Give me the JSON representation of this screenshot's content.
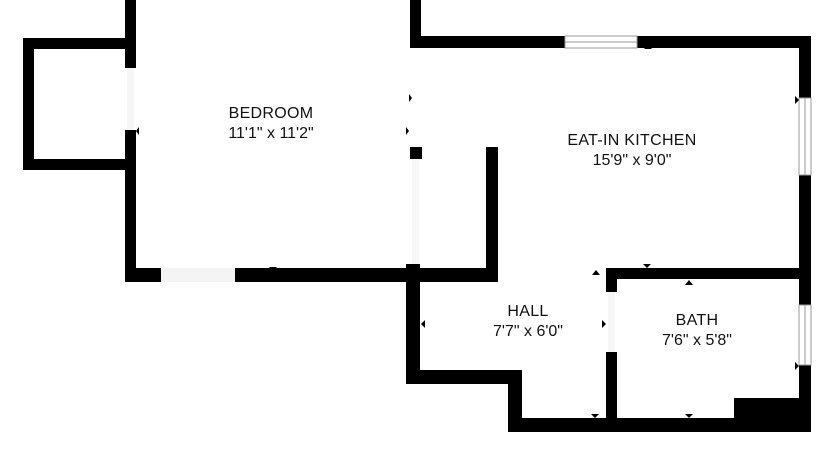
{
  "plan": {
    "wall_color": "#000000",
    "background": "#ffffff",
    "opening_color": "#f4f4f4",
    "rooms": [
      {
        "id": "bedroom",
        "name": "BEDROOM",
        "dimensions": "11'1\" x 11'2\""
      },
      {
        "id": "kitchen",
        "name": "EAT-IN KITCHEN",
        "dimensions": "15'9\" x 9'0\""
      },
      {
        "id": "hall",
        "name": "HALL",
        "dimensions": "7'7\" x 6'0\""
      },
      {
        "id": "bath",
        "name": "BATH",
        "dimensions": "7'6\" x 5'8\""
      }
    ]
  }
}
